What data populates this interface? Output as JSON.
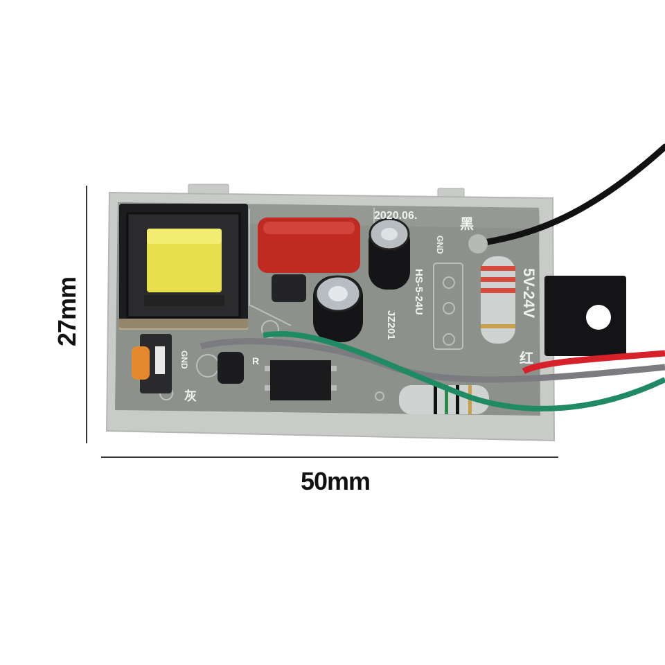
{
  "dimensions": {
    "height_label": "27mm",
    "width_label": "50mm"
  },
  "board_markings": {
    "date": "2020.06.",
    "model": "HS-5-24U",
    "part": "JZ201",
    "voltage": "5V-24V",
    "gnd_top": "GND",
    "gnd_left": "GND",
    "wire_top_char": "黑",
    "wire_right_char": "红",
    "wire_left_char": "灰",
    "r_mark": "R"
  },
  "colors": {
    "background": "#ffffff",
    "pcb": "#8c918c",
    "enclosure": "#c9cbc8",
    "transformer_core": "#e8e04a",
    "capacitor_red": "#c02a22",
    "wire_black": "#111111",
    "wire_red": "#d6202a",
    "wire_green": "#1f8a63",
    "wire_gray": "#7b7b80"
  }
}
